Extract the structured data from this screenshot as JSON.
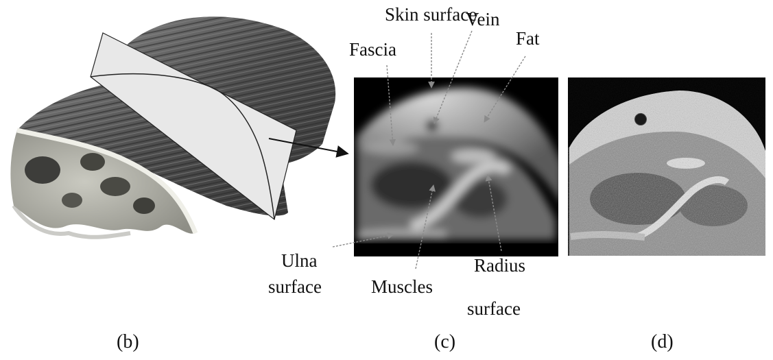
{
  "captions": {
    "b": "(b)",
    "c": "(c)",
    "d": "(d)"
  },
  "labels": {
    "skin_surface": "Skin surface",
    "vein": "Vein",
    "fascia": "Fascia",
    "fat": "Fat",
    "ulna_line1": "Ulna",
    "ulna_line2": "surface",
    "muscles": "Muscles",
    "radius_line1": "Radius",
    "radius_line2": "surface"
  },
  "colors": {
    "pointer": "#111111",
    "arrow_tip": "#8a8a8a",
    "slice_plane": "#e8e8e8"
  }
}
